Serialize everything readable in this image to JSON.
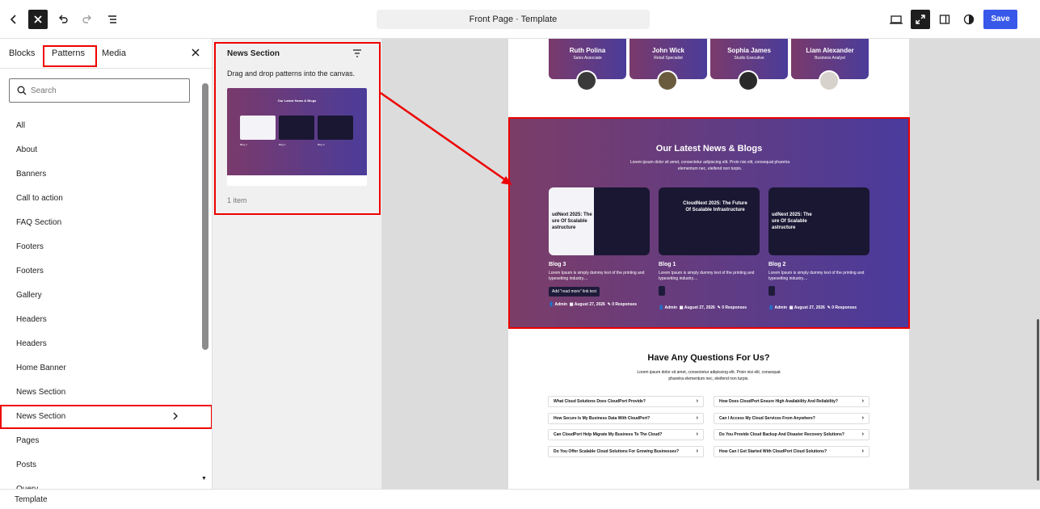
{
  "topbar": {
    "document_title": "Front Page · Template",
    "save_label": "Save"
  },
  "sidebar": {
    "tabs": [
      "Blocks",
      "Patterns",
      "Media"
    ],
    "search_placeholder": "Search",
    "categories": [
      "All",
      "About",
      "Banners",
      "Call to action",
      "FAQ Section",
      "Footers",
      "Footers",
      "Gallery",
      "Headers",
      "Headers",
      "Home Banner",
      "News Section",
      "News Section",
      "Pages",
      "Posts",
      "Query"
    ]
  },
  "pattern_panel": {
    "title": "News Section",
    "description": "Drag and drop patterns into the canvas.",
    "count": "1 item",
    "thumb": {
      "title": "Our Latest News & Blogs",
      "blogs": [
        "Blog 3",
        "Blog 1",
        "Blog 2"
      ]
    }
  },
  "canvas": {
    "team": [
      {
        "name": "Ruth Polina",
        "role": "Sales Associate"
      },
      {
        "name": "John Wick",
        "role": "Retail Specialist"
      },
      {
        "name": "Sophia James",
        "role": "Studio Executive"
      },
      {
        "name": "Liam Alexander",
        "role": "Business Analyst"
      }
    ],
    "news": {
      "title": "Our Latest News & Blogs",
      "subtitle": "Lorem ipsum dolor sit amet, consectetur adipiscing elit. Proin nisi elit, consequat pharetra elementum nec, eleifend non turpis.",
      "blogs": [
        {
          "title": "Blog 3",
          "image_text": "udNext 2025: The ure Of Scalable astructure",
          "desc": "Lorem Ipsum is simply dummy text of the printing and typesetting industry....",
          "button": "Add \"read more\" link text",
          "author": "Admin",
          "date": "August 27, 2026",
          "responses": "0 Responses"
        },
        {
          "title": "Blog 1",
          "image_text": "CloudNext 2025: The Future Of Scalable Infrastructure",
          "desc": "Lorem Ipsum is simply dummy text of the printing and typesetting industry....",
          "button": "",
          "author": "Admin",
          "date": "August 27, 2026",
          "responses": "0 Responses"
        },
        {
          "title": "Blog 2",
          "image_text": "udNext 2025: The ure Of Scalable astructure",
          "desc": "Lorem Ipsum is simply dummy text of the printing and typesetting industry....",
          "button": "",
          "author": "Admin",
          "date": "August 27, 2026",
          "responses": "0 Responses"
        }
      ]
    },
    "faq": {
      "title": "Have Any Questions For Us?",
      "subtitle": "Lorem ipsum dolor sit amet, consectetur adipiscing elit. Proin nisi elit, consequat pharetra elementum nec, eleifend non turpis.",
      "items": [
        "What Cloud Solutions Does CloudPort Provide?",
        "How Does CloudPort Ensure High Availability And Reliability?",
        "How Secure Is My Business Data With CloudPort?",
        "Can I Access My Cloud Services From Anywhere?",
        "Can CloudPort Help Migrate My Business To The Cloud?",
        "Do You Provide Cloud Backup And Disaster Recovery Solutions?",
        "Do You Offer Scalable Cloud Solutions For Growing Businesses?",
        "How Can I Get Started With CloudPort Cloud Solutions?"
      ]
    }
  },
  "footer": {
    "breadcrumb": "Template"
  }
}
